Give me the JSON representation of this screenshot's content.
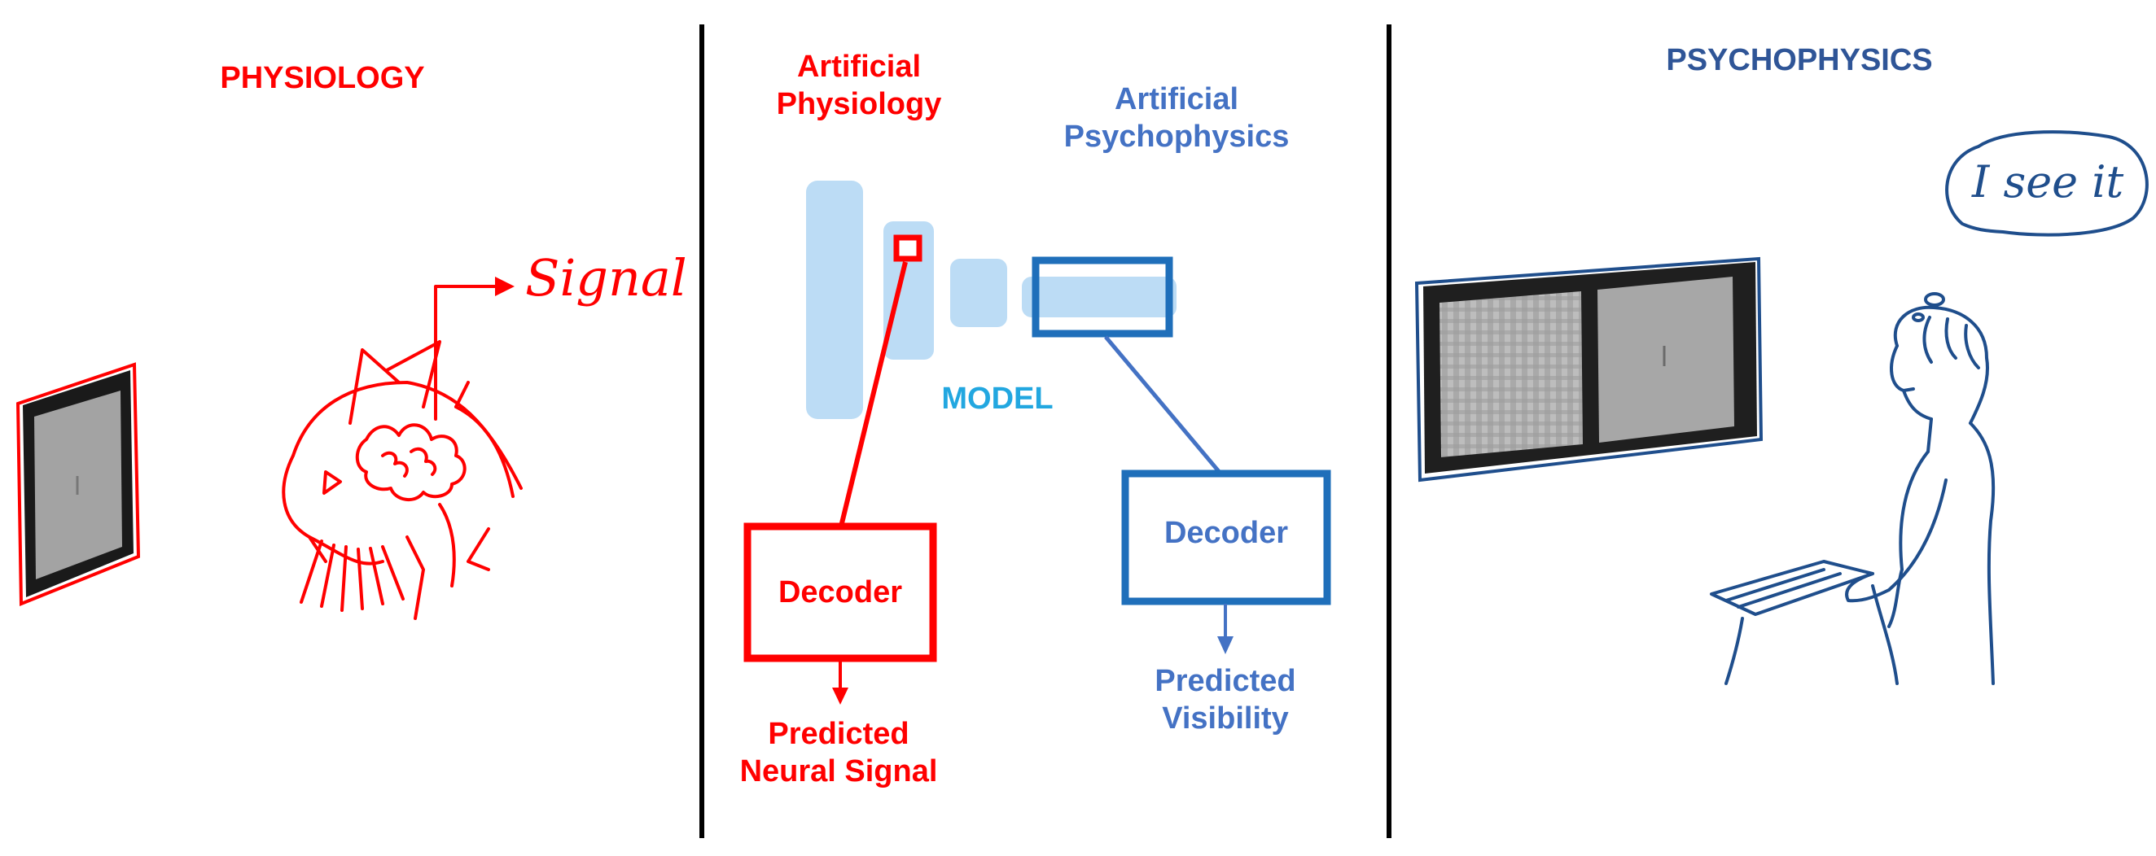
{
  "panels": {
    "physiology": {
      "title": "PHYSIOLOGY",
      "signal_text": "Signal"
    },
    "model": {
      "artificial_physiology": [
        "Artificial",
        "Physiology"
      ],
      "artificial_psychophysics": [
        "Artificial",
        "Psychophysics"
      ],
      "model_label": "MODEL",
      "decoder_red": "Decoder",
      "decoder_blue": "Decoder",
      "predicted_neural_signal": [
        "Predicted",
        "Neural Signal"
      ],
      "predicted_visibility": [
        "Predicted",
        "Visibility"
      ]
    },
    "psychophysics": {
      "title": "PSYCHOPHYSICS",
      "thought_bubble": "I see it"
    }
  },
  "colors": {
    "red": "#ff0000",
    "blue": "#1f6fba",
    "blue_text": "#4472c4",
    "navy": "#2f5597",
    "model_cyan": "#22a7e0",
    "layer_fill": "#bcdcf5",
    "sketch_blue": "#1f4e8c"
  }
}
